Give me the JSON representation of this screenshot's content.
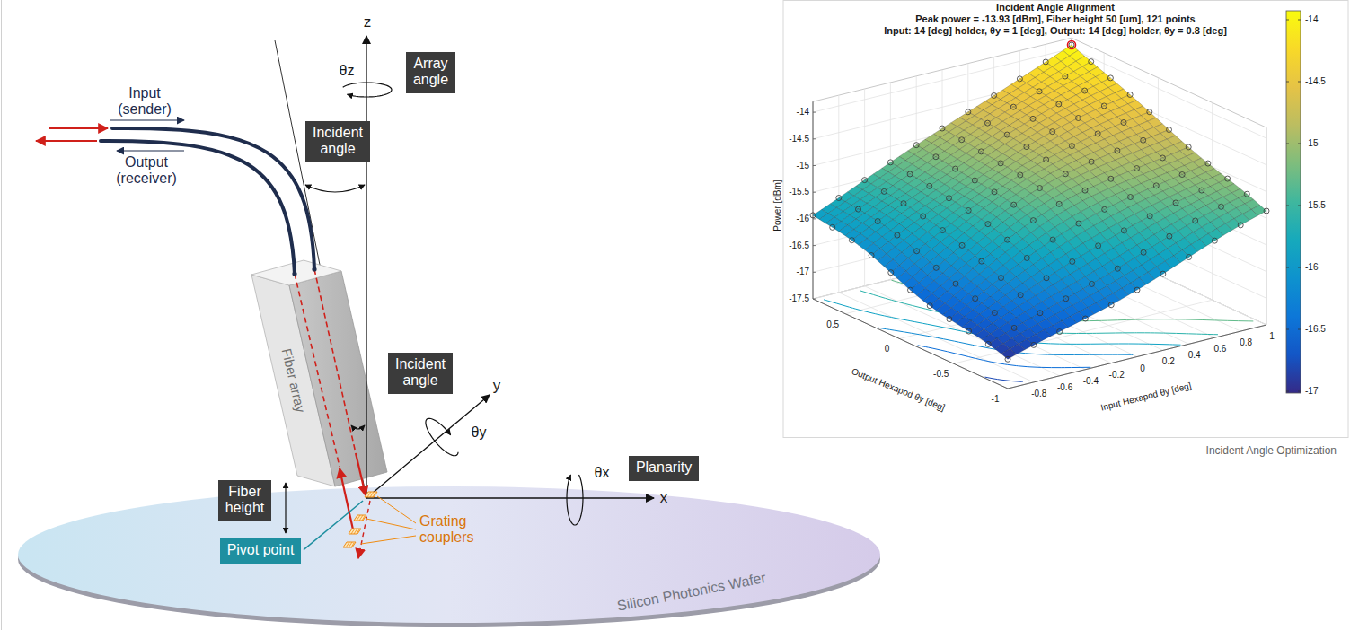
{
  "diagram": {
    "caption": "Incident Angle Optimization",
    "nodes": [
      {
        "text": [
          "Array angle"
        ]
      },
      {
        "text": [
          "Incident angle"
        ]
      },
      {
        "text": [
          "Incident angle"
        ]
      },
      {
        "text": [
          "Planarity"
        ]
      },
      {
        "text": [
          "Fiber height"
        ]
      },
      {
        "text": [
          "Pivot point"
        ]
      }
    ],
    "labels": [
      "z",
      "θz",
      "Input (sender)",
      "Output (receiver)",
      "Fiber array",
      "y",
      "θy",
      "θx",
      "x",
      "Grating couplers",
      "Silicon Photonics Wafer",
      "Incident Angle Alignment",
      "Peak power = -13.93 [dBm], Fiber height 50 [um], 121 points",
      "Input: 14 [deg] holder, θy = 1 [deg], Output: 14 [deg] holder, θy = 0.8 [deg]",
      "Power [dBm]",
      "-14",
      "-14.5",
      "-15",
      "-15.5",
      "-16",
      "-16.5",
      "-17",
      "-17.5",
      "Output Hexapod θy [deg]",
      "0.5",
      "0",
      "-0.5",
      "-1",
      "Input Hexapod θy [deg]",
      "-0.8",
      "-0.6",
      "-0.4",
      "-0.2",
      "0",
      "0.2",
      "0.4",
      "0.6",
      "0.8",
      "1",
      "-14",
      "-14.5",
      "-15",
      "-15.5",
      "-16",
      "-16.5",
      "-17"
    ]
  }
}
